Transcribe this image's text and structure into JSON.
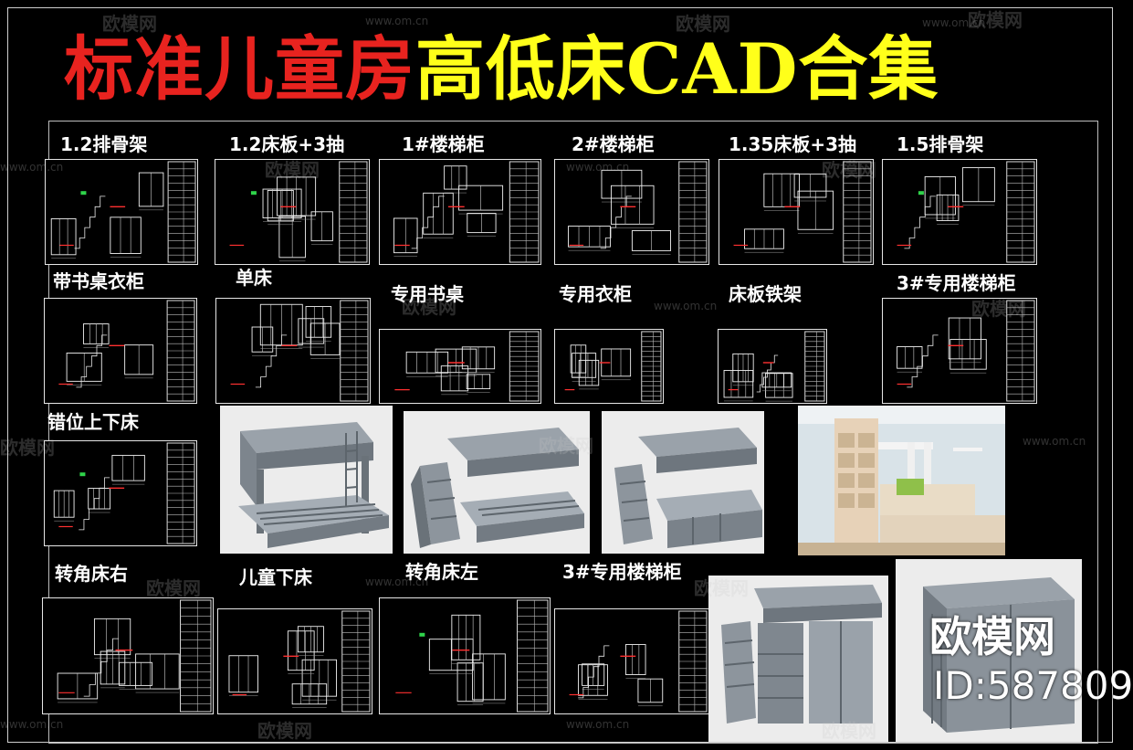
{
  "title": {
    "red": "标准儿童房",
    "yellow": "高低床CAD合集"
  },
  "labels": {
    "l1": "1.2排骨架",
    "l2": "1.2床板+3抽",
    "l3": "1#楼梯柜",
    "l4": "2#楼梯柜",
    "l5": "1.35床板+3抽",
    "l6": "1.5排骨架",
    "l7": "带书桌衣柜",
    "l8": "单床",
    "l9": "专用书桌",
    "l10": "专用衣柜",
    "l11": "床板铁架",
    "l12": "3#专用楼梯柜",
    "l13": "错位上下床",
    "l14": "转角床右",
    "l15": "儿童下床",
    "l16": "转角床左",
    "l17": "3#专用楼梯柜"
  },
  "watermark": {
    "text": "欧模网",
    "site": "www.om.cn"
  },
  "brand": {
    "name": "欧模网",
    "id": "ID:587809"
  },
  "colors": {
    "title_red": "#e8231f",
    "title_yellow": "#ffff1a",
    "render_gray": "#8c949c"
  }
}
